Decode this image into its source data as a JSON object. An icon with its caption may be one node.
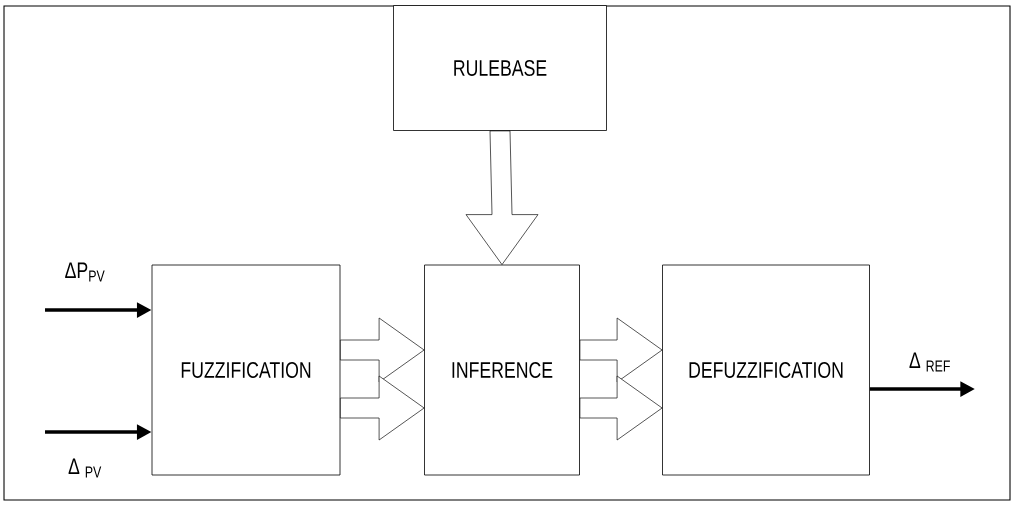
{
  "diagram": {
    "nodes": [
      {
        "text": [
          "RULEBASE"
        ]
      },
      {
        "text": [
          "FUZZIFICATION"
        ]
      },
      {
        "text": [
          "INFERENCE"
        ]
      },
      {
        "text": [
          "DEFUZZIFICATION"
        ]
      }
    ],
    "edges": [
      {
        "from": null,
        "to": 1,
        "arrow": "to",
        "label": "ΔP$_{PV}$"
      },
      {
        "from": null,
        "to": 1,
        "arrow": "to",
        "label": "Δ $_{PV}$"
      },
      {
        "from": 0,
        "to": 2,
        "arrow": "to"
      },
      {
        "from": 1,
        "to": 2,
        "arrow": "to"
      },
      {
        "from": 1,
        "to": 2,
        "arrow": "to"
      },
      {
        "from": 2,
        "to": 3,
        "arrow": "to"
      },
      {
        "from": 2,
        "to": 3,
        "arrow": "to"
      },
      {
        "from": 3,
        "to": null,
        "arrow": "to",
        "label": "Δ $_{REF}$"
      }
    ]
  }
}
